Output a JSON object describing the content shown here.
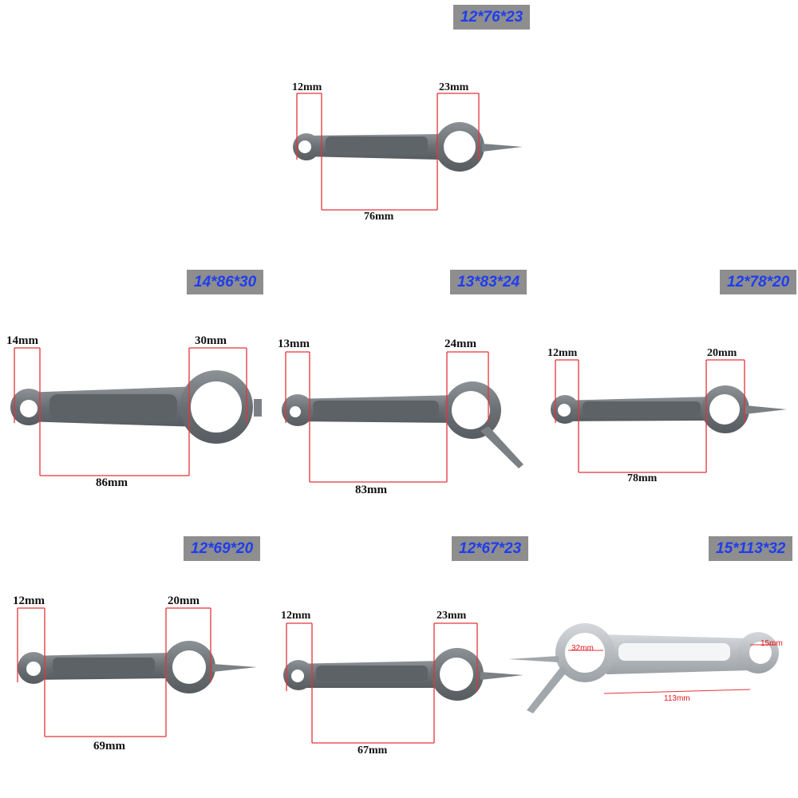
{
  "products": [
    {
      "spec": "12*76*23",
      "small_end": "12mm",
      "big_end": "23mm",
      "center": "76mm"
    },
    {
      "spec": "14*86*30",
      "small_end": "14mm",
      "big_end": "30mm",
      "center": "86mm"
    },
    {
      "spec": "13*83*24",
      "small_end": "13mm",
      "big_end": "24mm",
      "center": "83mm"
    },
    {
      "spec": "12*78*20",
      "small_end": "12mm",
      "big_end": "20mm",
      "center": "78mm"
    },
    {
      "spec": "12*69*20",
      "small_end": "12mm",
      "big_end": "20mm",
      "center": "69mm"
    },
    {
      "spec": "12*67*23",
      "small_end": "12mm",
      "big_end": "23mm",
      "center": "67mm"
    },
    {
      "spec": "15*113*32",
      "small_end": "15mm",
      "big_end": "32mm",
      "center": "113mm"
    }
  ],
  "colors": {
    "metal": "#6f7479",
    "metal_light": "#9aa0a6",
    "guide": "#e3343a",
    "badge_bg": "#8e8e8e",
    "badge_text": "#1f3df0"
  }
}
